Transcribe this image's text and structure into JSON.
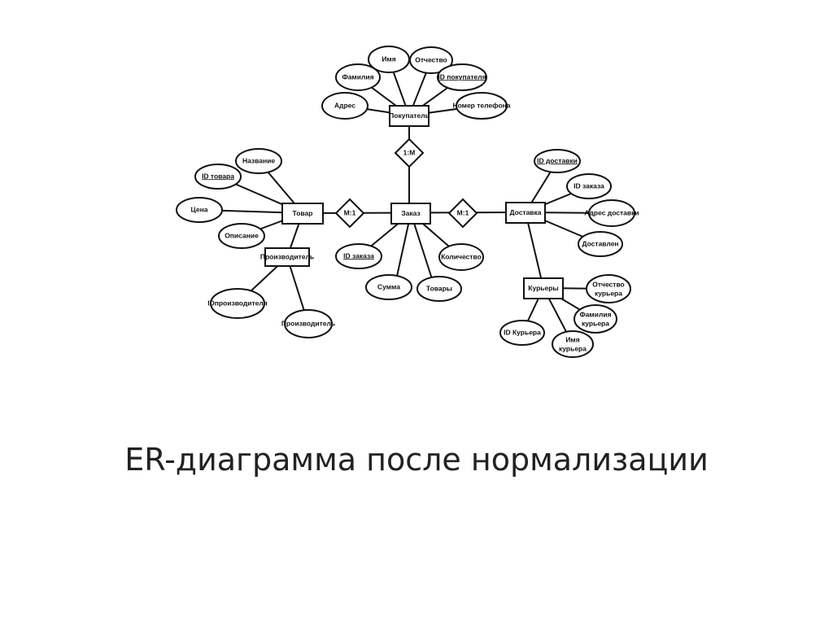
{
  "caption": "ER-диаграмма после нормализации",
  "entities": {
    "customer": "Покупатель",
    "product": "Товар",
    "order": "Заказ",
    "delivery": "Доставка",
    "manufacturer": "Производитель",
    "couriers": "Курьеры"
  },
  "relationships": {
    "customer_order": "1:M",
    "product_order": "M:1",
    "order_delivery": "M:1"
  },
  "attributes": {
    "customer": [
      "Имя",
      "Отчество",
      "Фамилия",
      "ID покупателя",
      "Адрес",
      "Номер телефона"
    ],
    "product": [
      "Название",
      "ID товара",
      "Цена",
      "Описание"
    ],
    "manufacturer": [
      "IDпроизводителя",
      "Производитель"
    ],
    "order": [
      "ID заказа",
      "Сумма",
      "Товары",
      "Количество"
    ],
    "delivery": [
      "ID доставки",
      "ID заказа",
      "Адрес доставки",
      "Доставлен"
    ],
    "couriers": [
      "Отчество курьера",
      "Фамилия курьера",
      "Имя курьера",
      "ID Курьера"
    ]
  },
  "courier_attr_lines": {
    "patronymic": [
      "Отчество",
      "курьера"
    ],
    "surname": [
      "Фамилия",
      "курьера"
    ],
    "name": [
      "Имя",
      "курьера"
    ]
  }
}
